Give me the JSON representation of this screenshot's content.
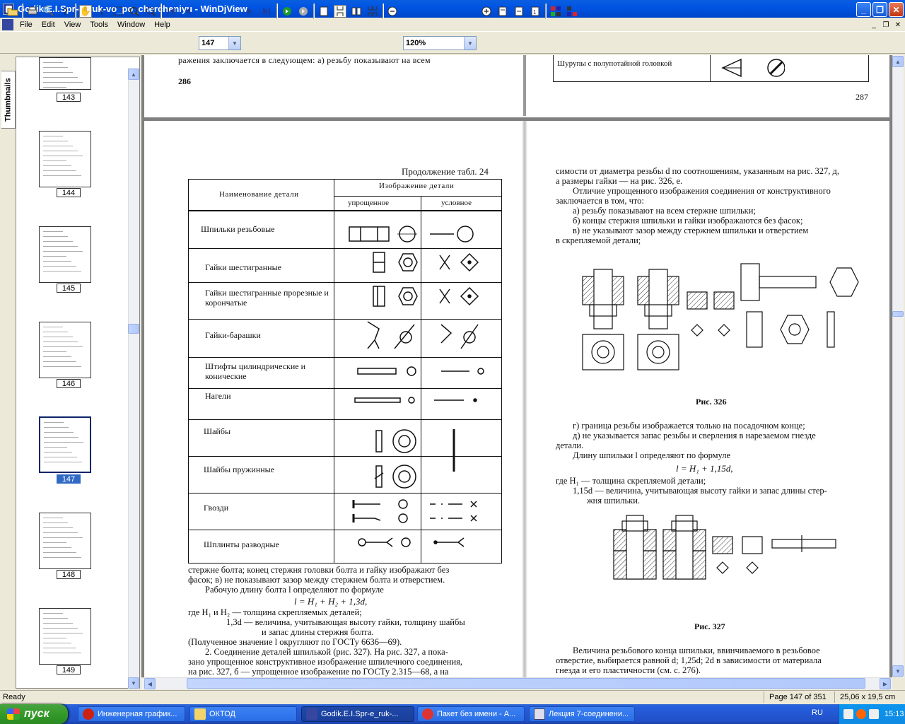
{
  "window": {
    "title": "Godik.E.I.Spr-e_ruk-vo_po_chercheniyu - WinDjView"
  },
  "menu": [
    "File",
    "Edit",
    "View",
    "Tools",
    "Window",
    "Help"
  ],
  "toolbar": {
    "page_value": "147",
    "zoom_value": "120%"
  },
  "sidebar": {
    "tab_label": "Thumbnails",
    "thumbnails": [
      "143",
      "144",
      "145",
      "146",
      "147",
      "148",
      "149"
    ],
    "selected": "147"
  },
  "page_top": {
    "left_text": "ражения заключается в следующем: а) резьбу показывают на всем",
    "left_number": "286",
    "right_cell": "Шурупы с полупотайной головкой",
    "right_number": "287"
  },
  "table": {
    "caption": "Продолжение табл. 24",
    "header_main": "Наименование детали",
    "header_image": "Изображение детали",
    "header_simplified": "упрощенное",
    "header_conventional": "условное",
    "rows": [
      "Шпильки резьбовые",
      "Гайки шестигранные",
      "Гайки шестигранные прорезные и корончатые",
      "Гайки-барашки",
      "Штифты цилиндрические и конические",
      "Нагели",
      "Шайбы",
      "Шайбы пружинные",
      "Гвозди",
      "Шплинты разводные"
    ]
  },
  "left_text": [
    "стержне болта; конец стержня головки болта и гайку изображают без",
    "фасок; в) не показывают зазор между стержнем болта и отверстием.",
    "Рабочую длину болта l определяют по формуле",
    "l = H₁ + H₂ + 1,3d,",
    "где H₁ и H₂ — толщина скрепляемых деталей;",
    "1,3d — величина, учитывающая высоту гайки, толщину шайбы",
    "и запас длины стержня болта.",
    "(Полученное значение l округляют по ГОСТу 6636—69).",
    "2. Соединение деталей шпилькой (рис. 327). На рис. 327, а пока-",
    "зано упрощенное конструктивное изображение шпилечного соединения,",
    "на рис. 327, б — упрощенное изображение по ГОСТу 2.315—68, а на"
  ],
  "right_text_top": [
    "симости от диаметра резьбы d по соотношениям, указанным на рис. 327, д,",
    "а размеры гайки — на рис. 326, е.",
    "Отличие упрощенного изображения соединения от конструктивного",
    "заключается в том, что:",
    "а) резьбу показывают на всем стержне шпильки;",
    "б) концы стержня шпильки и гайки изображаются без фасок;",
    "в) не указывают зазор между стержнем шпильки и отверстием",
    "в скрепляемой детали;"
  ],
  "fig326": "Рис. 326",
  "right_text_mid": [
    "г) граница резьбы изображается только на посадочном конце;",
    "д) не указывается запас резьбы и сверления в нарезаемом гнезде",
    "детали.",
    "Длину шпильки l определяют по формуле",
    "l = H₁ + 1,15d,",
    "где H₁ — толщина скрепляемой детали;",
    "1,15d — величина, учитывающая высоту гайки и запас длины стер-",
    "жня шпильки."
  ],
  "fig327": "Рис. 327",
  "right_text_bottom": [
    "Величина резьбового конца шпильки, ввинчиваемого в резьбовое",
    "отверстие, выбирается равной d; 1,25d; 2d в зависимости от материала",
    "гнезда и его пластичности (см. с. 276)."
  ],
  "status": {
    "ready": "Ready",
    "page": "Page 147 of 351",
    "size": "25,06 x 19,5 cm"
  },
  "taskbar": {
    "start": "пуск",
    "tasks": [
      "Инженерная график...",
      "ОКТОД",
      "Godik.E.I.Spr-e_ruk-...",
      "Пакет без имени - А...",
      "Лекция 7-соединени..."
    ],
    "active_task": 2,
    "lang": "RU",
    "clock": "15:13"
  }
}
